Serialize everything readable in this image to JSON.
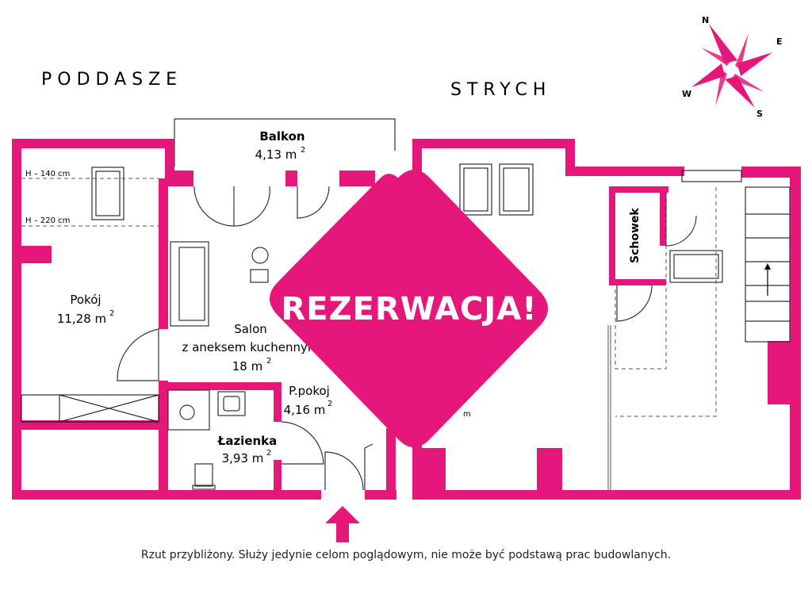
{
  "headings": {
    "left": "PODDASZE",
    "right": "STRYCH"
  },
  "rooms": {
    "balkon": {
      "name": "Balkon",
      "area": "4,13 m",
      "unit_sup": "2"
    },
    "pokoj": {
      "name": "Pokój",
      "area": "11,28 m",
      "unit_sup": "2"
    },
    "salon": {
      "name": "Salon",
      "name2": "z aneksem kuchennym",
      "area": "18 m",
      "unit_sup": "2"
    },
    "ppokoj": {
      "name": "P.pokoj",
      "area": "4,16 m",
      "unit_sup": "2"
    },
    "lazienka": {
      "name": "Łazienka",
      "area": "3,93 m",
      "unit_sup": "2"
    },
    "schowek": {
      "name": "Schowek"
    }
  },
  "heights": {
    "h140": "H – 140 cm",
    "h220": "H – 220 cm",
    "cut_m": "m"
  },
  "compass": {
    "n": "N",
    "e": "E",
    "s": "S",
    "w": "W"
  },
  "stamp": {
    "text": "REZERWACJA!"
  },
  "footer": "Rzut przybliżony. Służy jedynie celom poglądowym, nie może być podstawą prac budowlanych.",
  "colors": {
    "brand": "#e6177a",
    "walls": "#e6177a",
    "text": "#000000"
  }
}
